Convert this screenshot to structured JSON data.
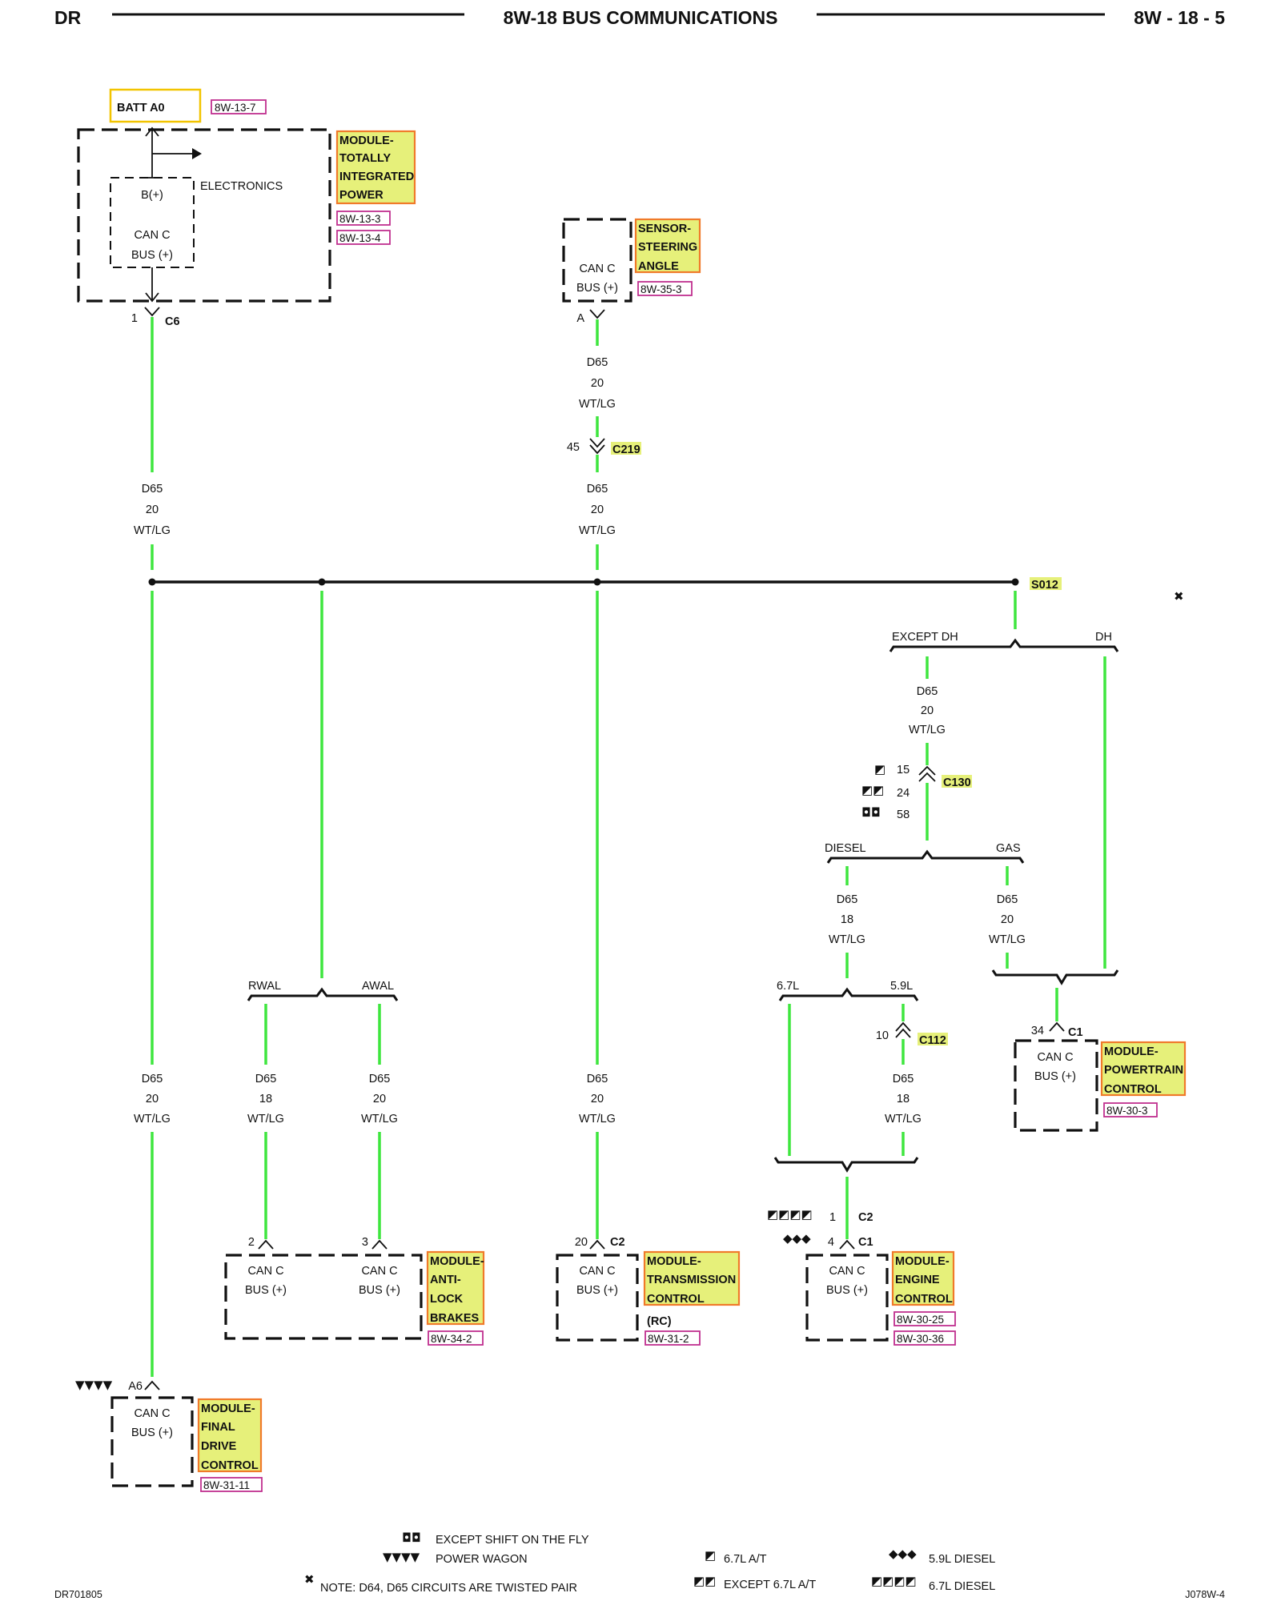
{
  "header": {
    "left": "DR",
    "title": "8W-18 BUS COMMUNICATIONS",
    "right": "8W - 18 - 5"
  },
  "footer": {
    "left_id": "DR701805",
    "right_id": "J078W-4",
    "legend": [
      {
        "symbol": "◘◘",
        "text": "EXCEPT SHIFT ON THE FLY"
      },
      {
        "symbol": "▼▼▼▼",
        "text": "POWER WAGON"
      },
      {
        "symbol": "◩",
        "text": "6.7L A/T"
      },
      {
        "symbol": "◩◩",
        "text": "EXCEPT 6.7L A/T"
      },
      {
        "symbol": "◆◆◆",
        "text": "5.9L DIESEL"
      },
      {
        "symbol": "◩◩◩◩",
        "text": "6.7L DIESEL"
      }
    ],
    "note_symbol": "✖",
    "note_text": "NOTE: D64, D65 CIRCUITS ARE TWISTED PAIR"
  },
  "power_label": "BATT A0",
  "power_ref": "8W-13-7",
  "common": {
    "can_c": "CAN C",
    "bus_plus": "BUS (+)",
    "circuit": "D65",
    "color": "WT/LG",
    "gauge_20": "20",
    "gauge_18": "18"
  },
  "tipm": {
    "name": [
      "MODULE-",
      "TOTALLY",
      "INTEGRATED",
      "POWER"
    ],
    "refs": [
      "8W-13-3",
      "8W-13-4"
    ],
    "b_plus": "B(+)",
    "electronics": "ELECTRONICS",
    "pin": "1",
    "connector": "C6"
  },
  "sas": {
    "name": [
      "SENSOR-",
      "STEERING",
      "ANGLE"
    ],
    "ref": "8W-35-3",
    "pin": "A",
    "inline_pin": "45",
    "inline_connector": "C219"
  },
  "splice": "S012",
  "twisted_symbol": "✖",
  "branches": {
    "except_dh": "EXCEPT DH",
    "dh": "DH",
    "diesel": "DIESEL",
    "gas": "GAS",
    "l67": "6.7L",
    "l59": "5.9L",
    "rwal": "RWAL",
    "awal": "AWAL"
  },
  "c130": {
    "connector": "C130",
    "pins": [
      {
        "symbol": "◩",
        "pin": "15"
      },
      {
        "symbol": "◩◩",
        "pin": "24"
      },
      {
        "symbol": "◘◘",
        "pin": "58"
      }
    ]
  },
  "c112": {
    "pin": "10",
    "connector": "C112"
  },
  "pcm": {
    "name": [
      "MODULE-",
      "POWERTRAIN",
      "CONTROL"
    ],
    "ref": "8W-30-3",
    "pin": "34",
    "connector": "C1"
  },
  "abs": {
    "name": [
      "MODULE-",
      "ANTI-",
      "LOCK",
      "BRAKES"
    ],
    "ref": "8W-34-2",
    "pin_left": "2",
    "pin_right": "3"
  },
  "tcm": {
    "name": [
      "MODULE-",
      "TRANSMISSION",
      "CONTROL"
    ],
    "ref": "8W-31-2",
    "rc": "(RC)",
    "pin": "20",
    "connector": "C2"
  },
  "ecm": {
    "name": [
      "MODULE-",
      "ENGINE",
      "CONTROL"
    ],
    "refs": [
      "8W-30-25",
      "8W-30-36"
    ],
    "pin1_symbol": "◩◩◩◩",
    "pin1": "1",
    "connector1": "C2",
    "pin2_symbol": "◆◆◆",
    "pin2": "4",
    "connector2": "C1"
  },
  "fdcm": {
    "name": [
      "MODULE-",
      "FINAL",
      "DRIVE",
      "CONTROL"
    ],
    "ref": "8W-31-11",
    "pin_symbol": "▼▼▼▼",
    "pin": "A6"
  }
}
